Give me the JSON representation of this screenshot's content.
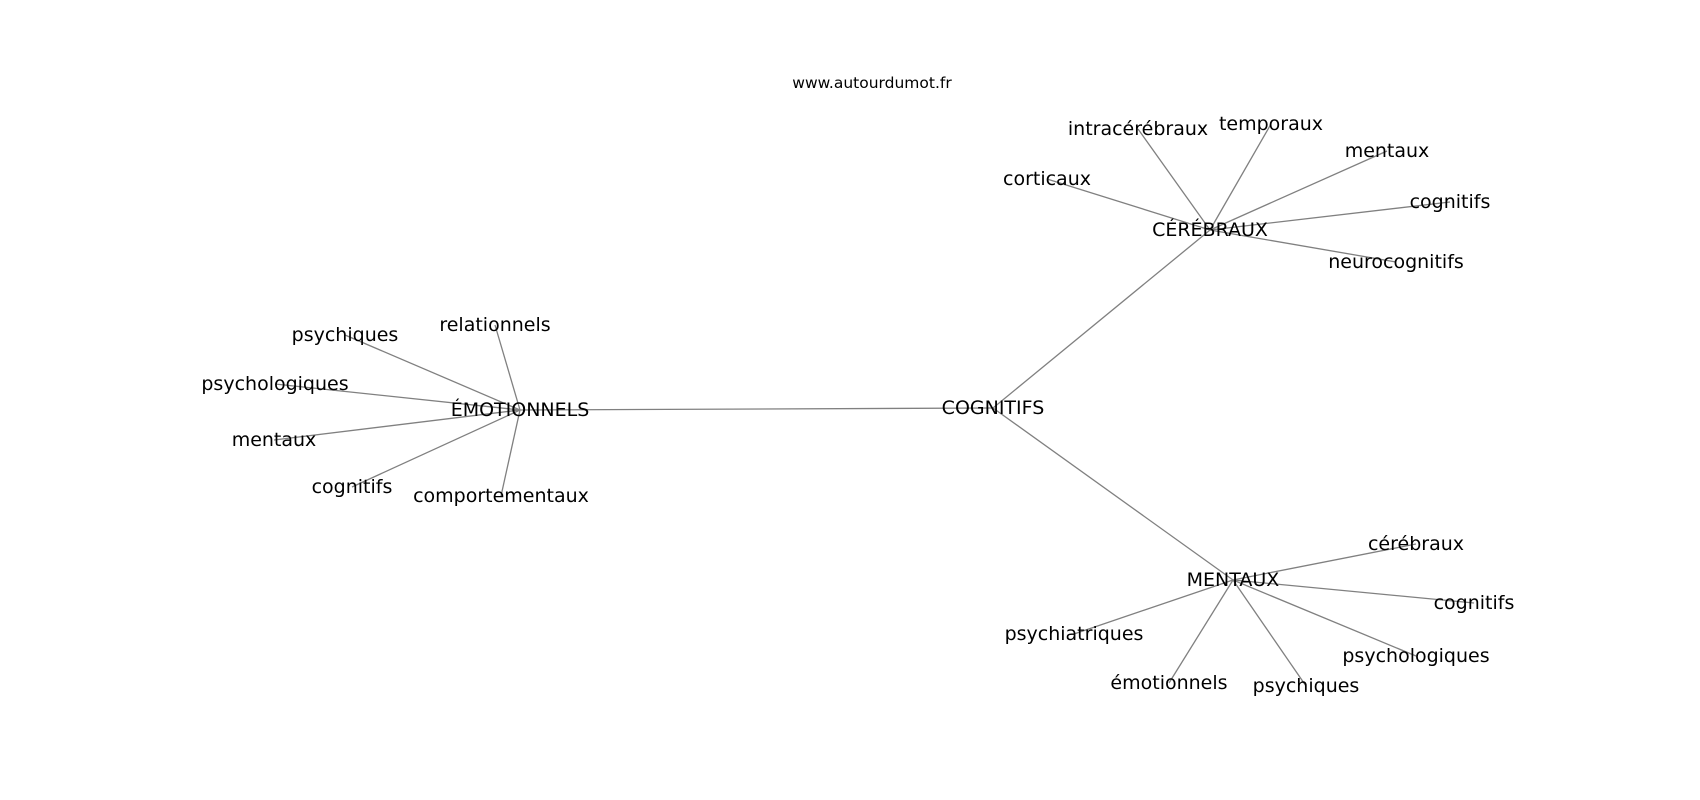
{
  "watermark": "www.autourdumot.fr",
  "colors": {
    "edge": "#808080",
    "text": "#000000",
    "background": "#ffffff"
  },
  "graph": {
    "center": {
      "id": "cognitifs_center",
      "label": "COGNITIFS"
    },
    "hubs": [
      {
        "id": "cerebraux_hub",
        "label": "CÉRÉBRAUX",
        "leaves": [
          "intracérébraux",
          "temporaux",
          "mentaux",
          "corticaux",
          "cognitifs",
          "neurocognitifs"
        ]
      },
      {
        "id": "emotionnels_hub",
        "label": "ÉMOTIONNELS",
        "leaves": [
          "relationnels",
          "psychiques",
          "psychologiques",
          "mentaux",
          "cognitifs",
          "comportementaux"
        ]
      },
      {
        "id": "mentaux_hub",
        "label": "MENTAUX",
        "leaves": [
          "cérébraux",
          "cognitifs",
          "psychiatriques",
          "psychologiques",
          "émotionnels",
          "psychiques"
        ]
      }
    ]
  }
}
